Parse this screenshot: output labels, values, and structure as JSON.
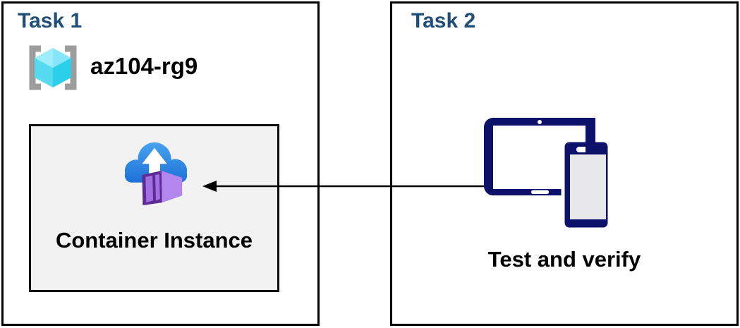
{
  "task1": {
    "title": "Task 1",
    "resource_group_name": "az104-rg9",
    "container_label": "Container Instance"
  },
  "task2": {
    "title": "Task 2",
    "device_label": "Test and verify"
  },
  "connection": {
    "from": "test-and-verify-devices",
    "to": "container-instance",
    "direction": "right-to-left"
  },
  "icons": {
    "resource_group": "resource-group-brackets-cube-icon",
    "container_instance": "cloud-upload-container-icon",
    "devices": "tablet-and-phone-icon",
    "connector": "left-arrow"
  },
  "colors": {
    "task_title": "#1F4E79",
    "box_border": "#000000",
    "inner_box_bg": "#F2F2F2",
    "bracket_gray": "#9D9D9D",
    "cube_top": "#9FECFB",
    "cube_left": "#55DAF2",
    "cube_right": "#2CCFE9",
    "cloud_blue_top": "#4AA5EF",
    "cloud_blue_bottom": "#1B6FD6",
    "container_front": "#5D2B96",
    "container_panel": "#A16FE0",
    "container_side": "#B286EC",
    "container_top": "#9C63D8",
    "device_navy": "#0D1169",
    "device_screen_gray": "#E8E8EA",
    "arrow": "#000000"
  }
}
